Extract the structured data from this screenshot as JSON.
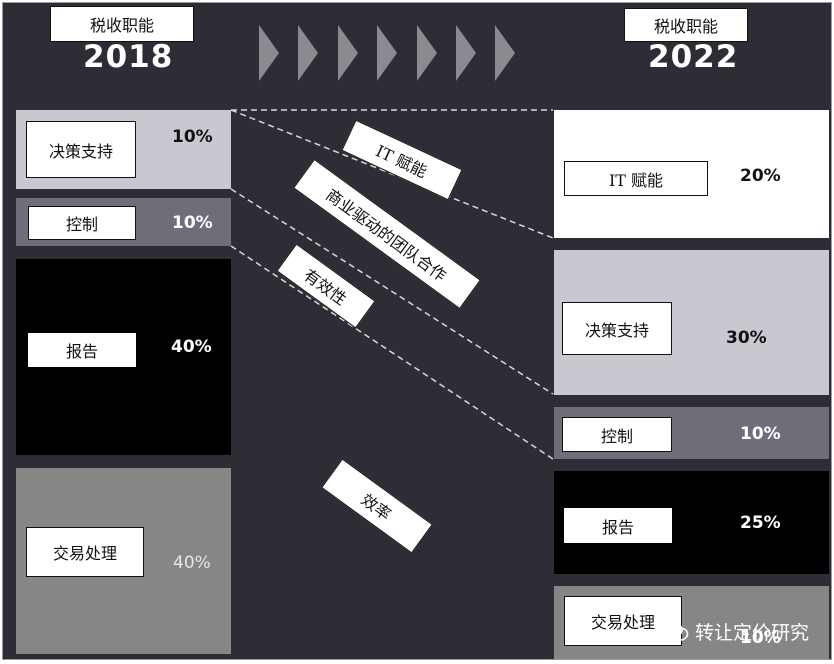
{
  "left": {
    "title": "税收职能",
    "year": "2018",
    "blocks": [
      {
        "label": "决策支持",
        "pct": "10%"
      },
      {
        "label": "控制",
        "pct": "10%"
      },
      {
        "label": "报告",
        "pct": "40%"
      },
      {
        "label": "交易处理",
        "pct": "40%"
      }
    ]
  },
  "right": {
    "title": "税收职能",
    "year": "2022",
    "blocks": [
      {
        "label": "IT 赋能",
        "pct": "20%"
      },
      {
        "label": "决策支持",
        "pct": "30%"
      },
      {
        "label": "控制",
        "pct": "10%"
      },
      {
        "label": "报告",
        "pct": "25%"
      },
      {
        "label": "交易处理",
        "pct": "10%"
      }
    ]
  },
  "tags": {
    "it": "IT 赋能",
    "team": "商业驱动的团队合作",
    "effective": "有效性",
    "efficiency": "效率"
  },
  "watermark": "转让定价研究",
  "colors": {
    "background": "#2d2d35",
    "decision": "#c8c8d0",
    "control": "#6e6e78",
    "report": "#000000",
    "transaction": "#868686",
    "it": "#ffffff"
  }
}
